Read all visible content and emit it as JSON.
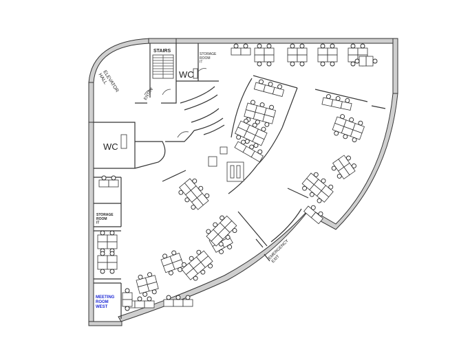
{
  "labels": {
    "stairs": "STAIRS",
    "wc_top": "WC",
    "wc_left": "WC",
    "storage_it_top": "STORAGE ROOM IT",
    "elevator_hall": "ELEVATOR HALL",
    "entry": "ENTRY",
    "storage_it_left": "STORAGE ROOM IT",
    "meeting_room": "MEETING ROOM WEST",
    "emergency_exit": "EMERGENCY EXIT"
  },
  "colors": {
    "wall": "#cfcfcf",
    "line": "#333333",
    "meeting_label": "#1f2bd6"
  }
}
